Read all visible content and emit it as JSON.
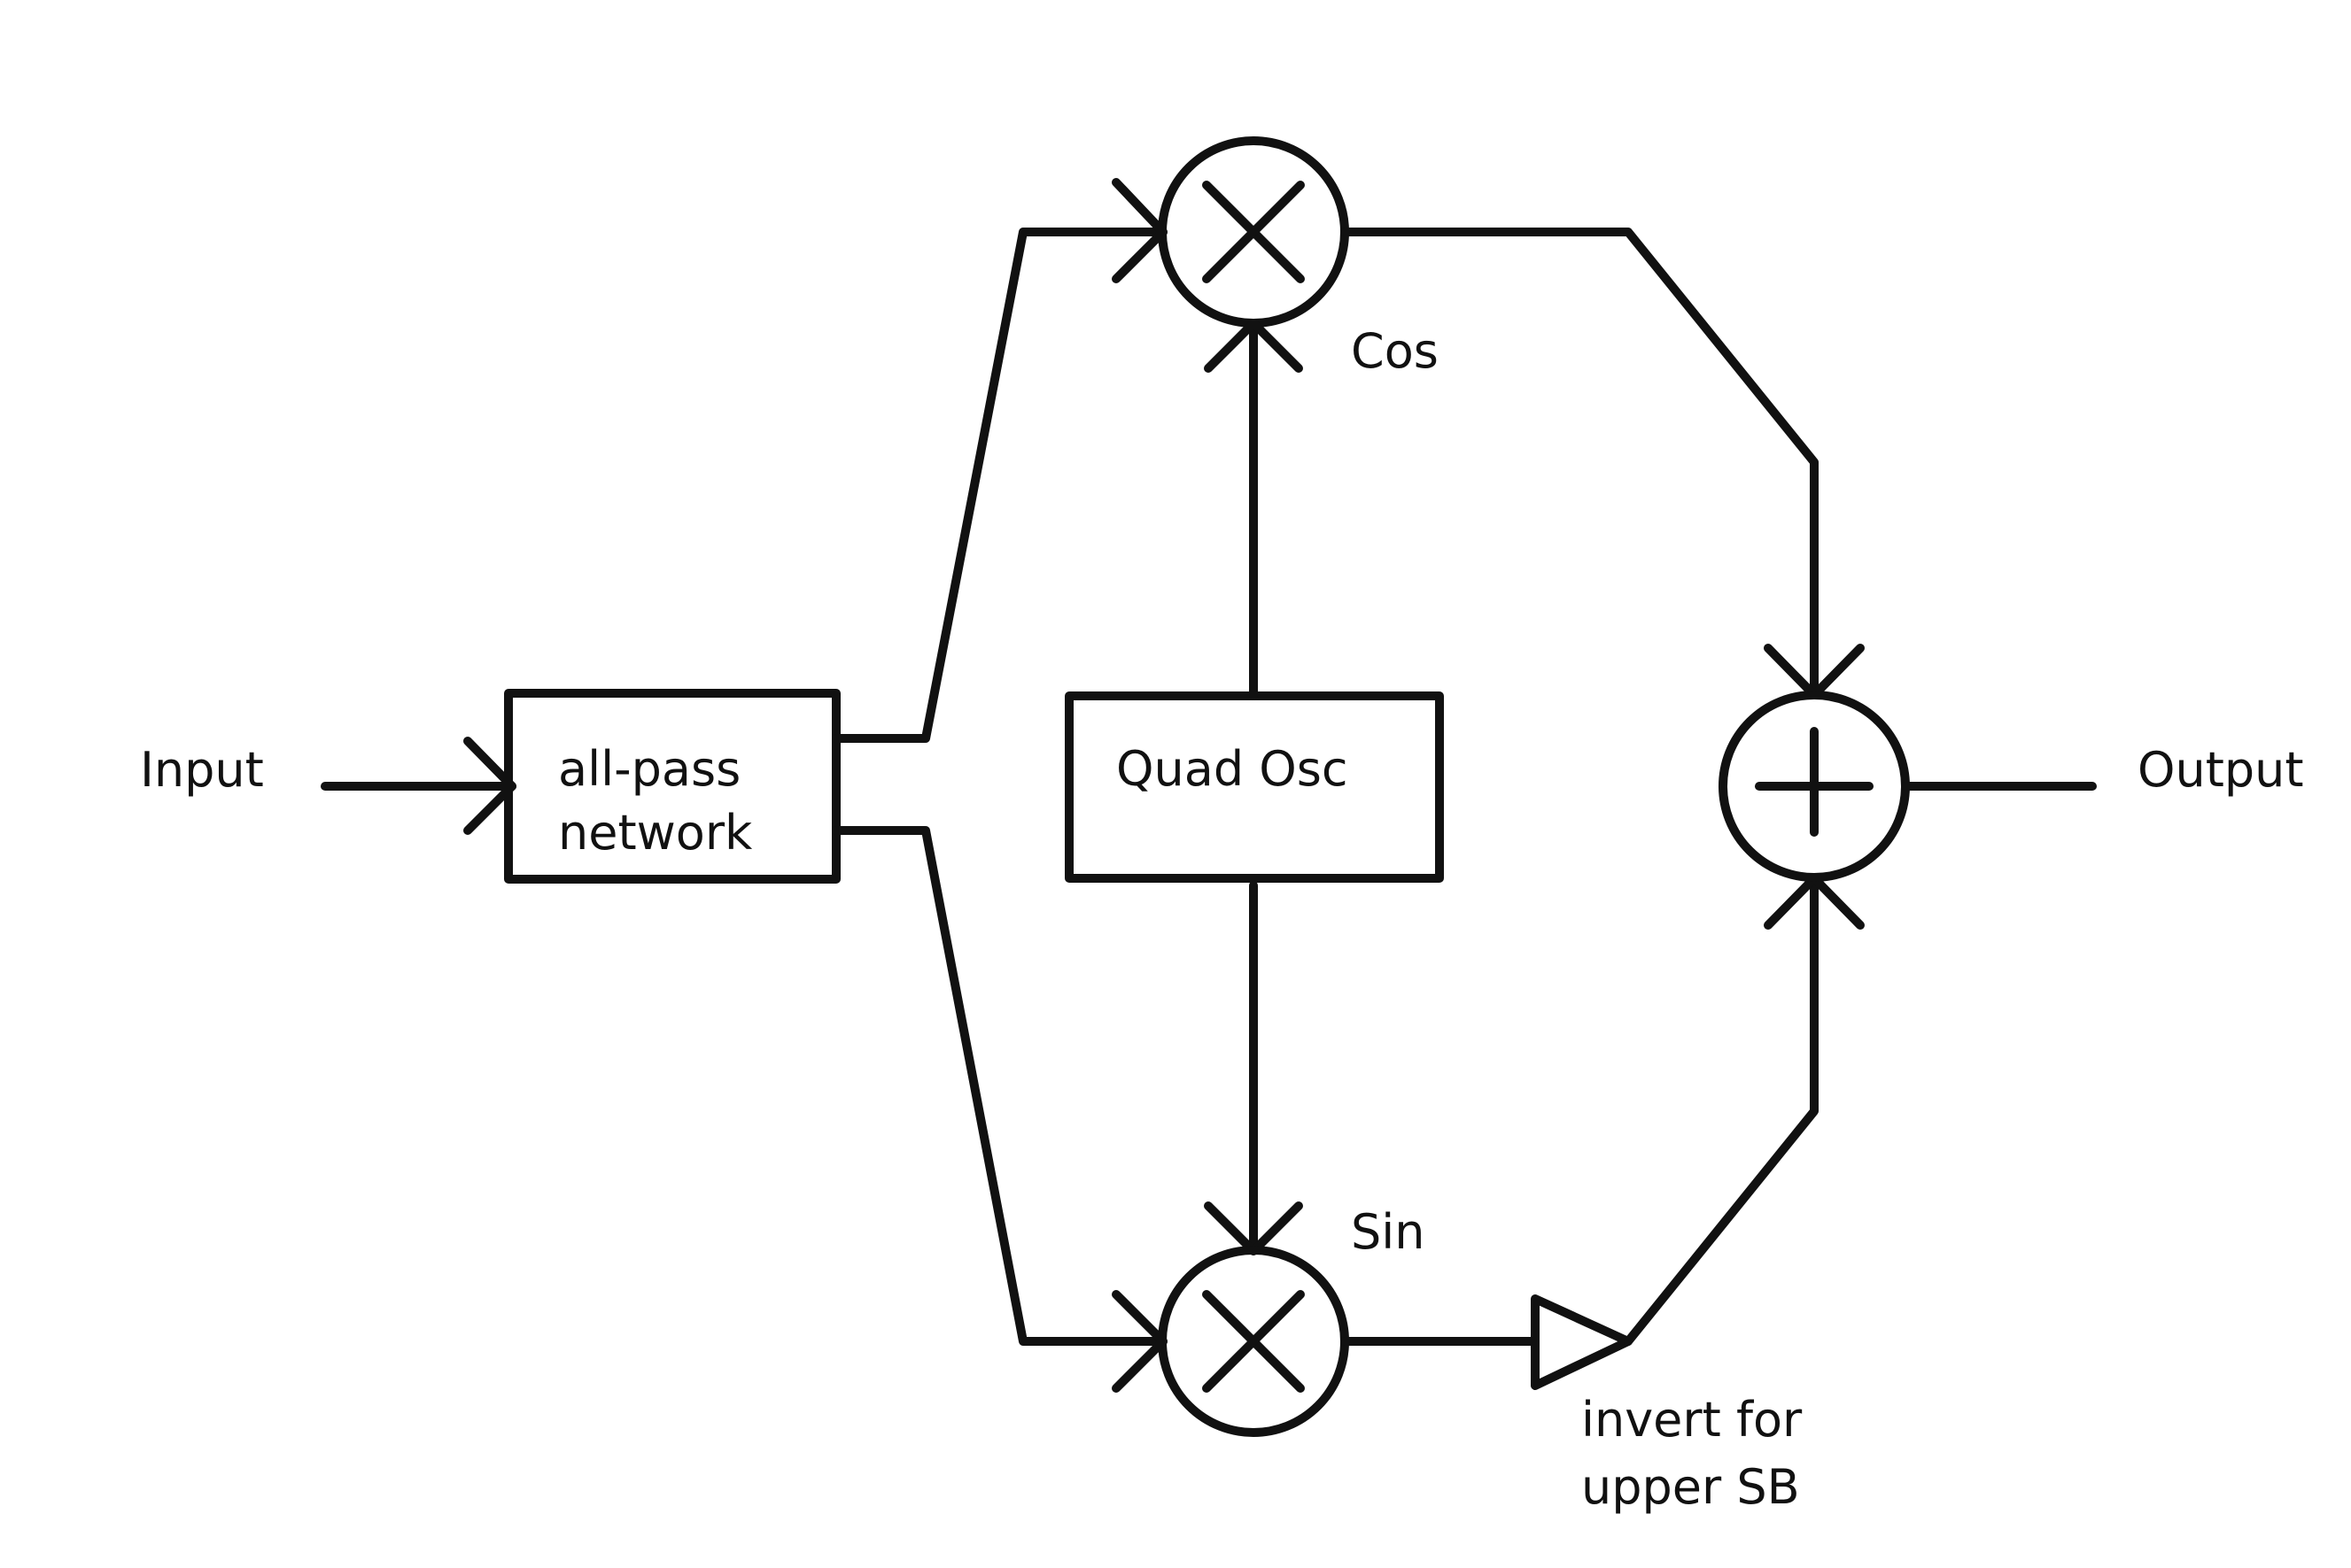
{
  "labels": {
    "input": "Input",
    "output": "Output",
    "allpass_line1": "all-pass",
    "allpass_line2": "network",
    "quad_osc": "Quad Osc",
    "cos": "Cos",
    "sin": "Sin",
    "invert_line1": "invert for",
    "invert_line2": "upper SB"
  },
  "colors": {
    "stroke": "#111111",
    "background": "#ffffff"
  }
}
